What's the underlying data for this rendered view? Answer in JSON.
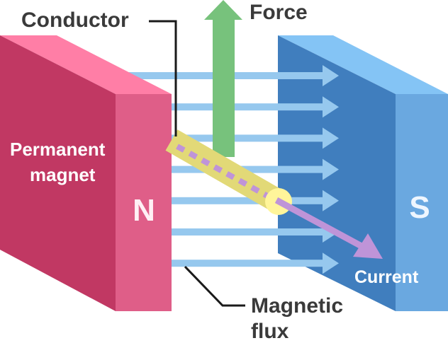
{
  "title": "Motor effect: force on a current-carrying conductor in a magnetic field",
  "labels": {
    "conductor": "Conductor",
    "force": "Force",
    "permanent_magnet_line1": "Permanent",
    "permanent_magnet_line2": "magnet",
    "north_pole": "N",
    "south_pole": "S",
    "current": "Current",
    "magnetic_flux_line1": "Magnetic",
    "magnetic_flux_line2": "flux"
  },
  "colors": {
    "north_magnet_side": "#c13863",
    "north_magnet_front": "#df5e88",
    "north_magnet_top": "#ff7ea6",
    "south_magnet_front": "#407ebe",
    "south_magnet_side": "#6aa8e0",
    "south_magnet_top": "#84c4f5",
    "flux_lines": "#96c8ee",
    "conductor": "#e2d977",
    "conductor_end": "#fff59a",
    "current": "#bf94d8",
    "force": "#77c27c",
    "label_text": "#3a3a3a",
    "leader_line": "#1a1a1a"
  },
  "flux_line_count": 7
}
